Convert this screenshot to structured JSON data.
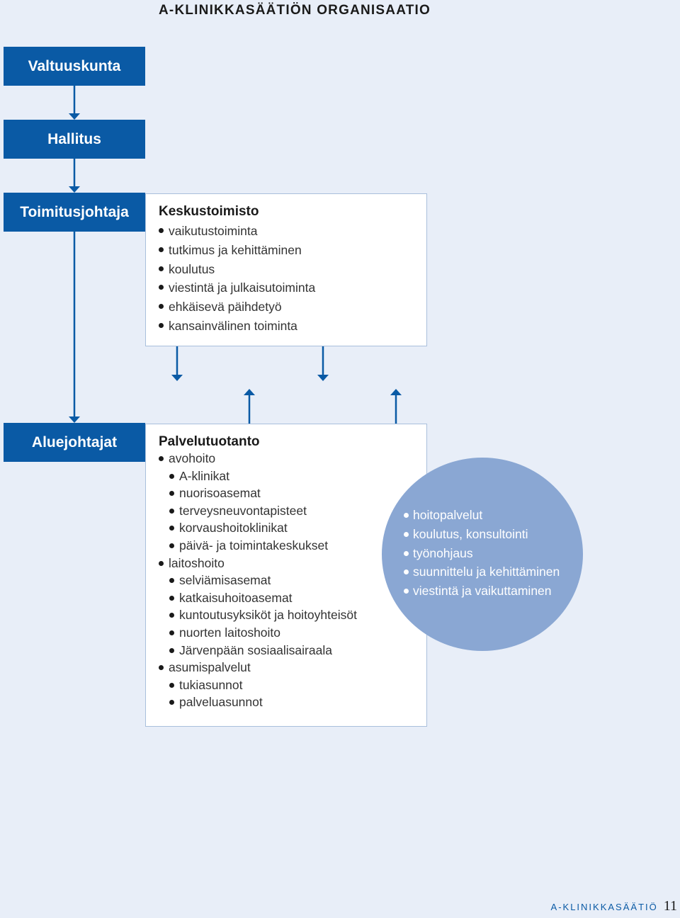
{
  "title": "A-KLINIKKASÄÄTIÖN ORGANISAATIO",
  "boxes": {
    "valtuuskunta": "Valtuuskunta",
    "hallitus": "Hallitus",
    "toimitusjohtaja": "Toimitusjohtaja",
    "aluejohtajat": "Aluejohtajat"
  },
  "central_office": {
    "title": "Keskustoimisto",
    "items": [
      "vaikutustoiminta",
      "tutkimus ja kehittäminen",
      "koulutus",
      "viestintä ja julkaisutoiminta",
      "ehkäisevä päihdetyö",
      "kansainvälinen toiminta"
    ]
  },
  "service_production": {
    "title": "Palvelutuotanto",
    "groups": [
      {
        "label": "avohoito",
        "items": [
          "A-klinikat",
          "nuorisoasemat",
          "terveysneuvontapisteet",
          "korvaushoitoklinikat",
          "päivä- ja toimintakeskukset"
        ]
      },
      {
        "label": "laitoshoito",
        "items": [
          "selviämisasemat",
          "katkaisuhoitoasemat",
          "kuntoutusyksiköt ja hoitoyhteisöt",
          "nuorten laitoshoito",
          "Järvenpään sosiaalisairaala"
        ]
      },
      {
        "label": "asumispalvelut",
        "items": [
          "tukiasunnot",
          "palveluasunnot"
        ]
      }
    ]
  },
  "circle_items": [
    "hoitopalvelut",
    "koulutus, konsultointi",
    "työnohjaus",
    "suunnittelu ja kehittäminen",
    "viestintä ja vaikuttaminen"
  ],
  "footer": {
    "label": "A-KLINIKKASÄÄTIÖ",
    "page": "11"
  },
  "colors": {
    "box_blue": "#0a5aa5",
    "circle": "#8aa7d3",
    "background": "#e8eef8"
  }
}
